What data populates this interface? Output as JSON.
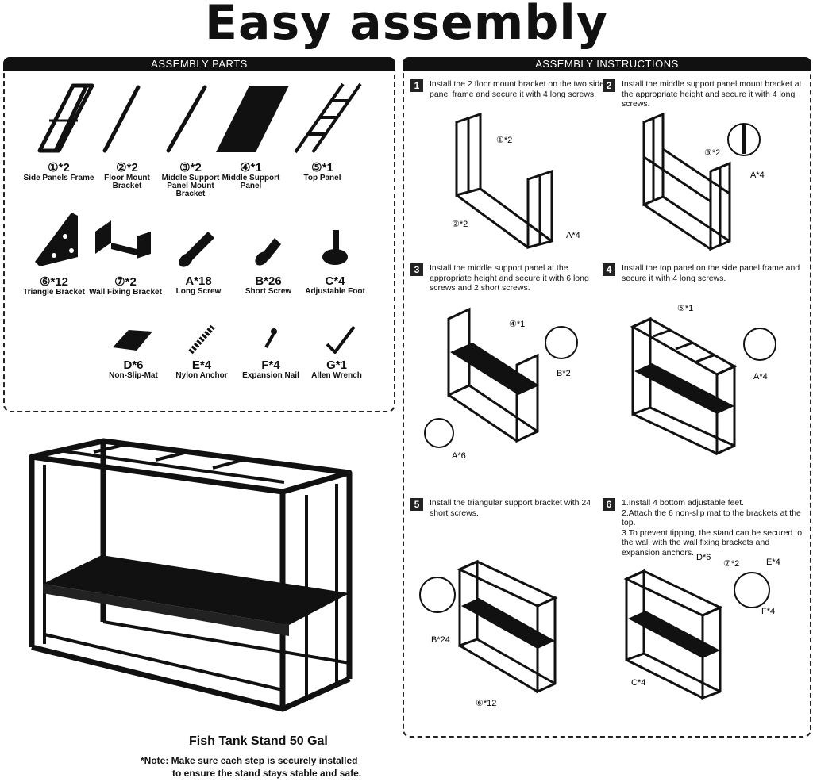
{
  "title": "Easy assembly",
  "parts_panel": {
    "header": "ASSEMBLY PARTS",
    "parts": [
      {
        "code": "①*2",
        "name": "Side Panels Frame",
        "icon": "side-panel-frame-icon"
      },
      {
        "code": "②*2",
        "name": "Floor Mount Bracket",
        "icon": "floor-mount-bracket-icon"
      },
      {
        "code": "③*2",
        "name": "Middle Support Panel Mount Bracket",
        "icon": "middle-support-bracket-icon"
      },
      {
        "code": "④*1",
        "name": "Middle Support Panel",
        "icon": "middle-support-panel-icon"
      },
      {
        "code": "⑤*1",
        "name": "Top Panel",
        "icon": "top-panel-icon"
      },
      {
        "code": "⑥*12",
        "name": "Triangle Bracket",
        "icon": "triangle-bracket-icon"
      },
      {
        "code": "⑦*2",
        "name": "Wall Fixing Bracket",
        "icon": "wall-fixing-bracket-icon"
      },
      {
        "code": "A*18",
        "name": "Long Screw",
        "icon": "long-screw-icon"
      },
      {
        "code": "B*26",
        "name": "Short Screw",
        "icon": "short-screw-icon"
      },
      {
        "code": "C*4",
        "name": "Adjustable Foot",
        "icon": "adjustable-foot-icon"
      },
      {
        "code": "D*6",
        "name": "Non-Slip-Mat",
        "icon": "non-slip-mat-icon"
      },
      {
        "code": "E*4",
        "name": "Nylon Anchor",
        "icon": "nylon-anchor-icon"
      },
      {
        "code": "F*4",
        "name": "Expansion Nail",
        "icon": "expansion-nail-icon"
      },
      {
        "code": "G*1",
        "name": "Allen Wrench",
        "icon": "allen-wrench-icon"
      }
    ]
  },
  "instructions_panel": {
    "header": "ASSEMBLY INSTRUCTIONS",
    "steps": [
      {
        "num": "1",
        "text": "Install the 2 floor mount bracket on the two side panel frame and secure it with 4 long screws.",
        "labels": [
          "①*2",
          "②*2",
          "A*4"
        ]
      },
      {
        "num": "2",
        "text": "Install the middle support panel mount bracket at the appropriate height and secure it with 4 long screws.",
        "labels": [
          "③*2",
          "A*4"
        ]
      },
      {
        "num": "3",
        "text": "Install the middle support panel at the appropriate height and secure it with 6 long screws and 2 short screws.",
        "labels": [
          "④*1",
          "B*2",
          "A*6"
        ]
      },
      {
        "num": "4",
        "text": "Install the top panel on the side panel frame and secure it with 4 long screws.",
        "labels": [
          "⑤*1",
          "A*4"
        ]
      },
      {
        "num": "5",
        "text": "Install the triangular support bracket with 24 short screws.",
        "labels": [
          "B*24",
          "⑥*12"
        ]
      },
      {
        "num": "6",
        "text": "1.Install 4 bottom adjustable feet.\n2.Attach the 6 non-slip mat to the brackets at the top.\n3.To prevent tipping, the stand can be secured to the wall with the wall fixing brackets and expansion anchors.",
        "labels": [
          "D*6",
          "⑦*2",
          "E*4",
          "F*4",
          "C*4"
        ]
      }
    ]
  },
  "product": {
    "caption": "Fish Tank Stand 50 Gal",
    "note_line1": "*Note: Make sure each step is securely installed",
    "note_line2": "to ensure the stand stays stable and safe."
  }
}
